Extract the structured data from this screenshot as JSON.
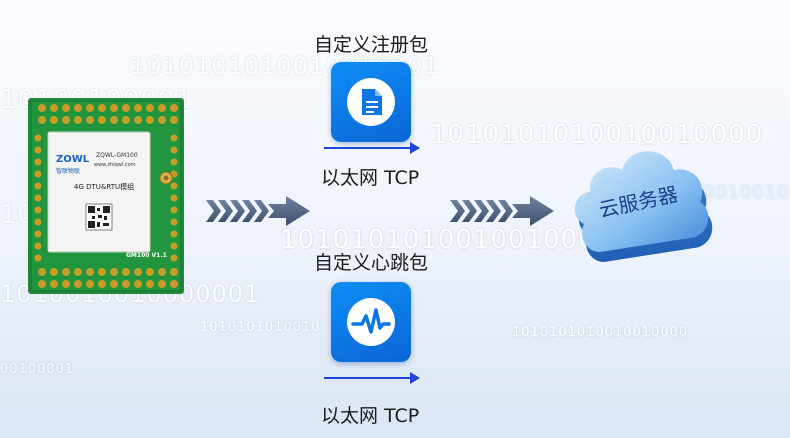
{
  "messages": {
    "register_label": "自定义注册包",
    "heartbeat_label": "自定义心跳包",
    "transport_top": "以太网 TCP",
    "transport_bottom": "以太网 TCP"
  },
  "cloud": {
    "label": "云服务器"
  },
  "module": {
    "brand": "ZOWL",
    "brand_sub": "智联物联",
    "model": "ZQWL-GM100",
    "website": "www.zhiqwl.com",
    "name": "4G DTU&RTU模组",
    "board_mark": "GM100 V1.1"
  },
  "background_binary": [
    "1010101010010010001",
    "10100100001",
    "1010101010010010000",
    "10010010",
    "1010101010010010000",
    "1010010010000001",
    "1010101010010",
    "1010101010010010000",
    "00100001",
    "1010101"
  ],
  "icons": {
    "register": "document-icon",
    "heartbeat": "heartbeat-icon",
    "flow": "chevron-arrow-icon",
    "server": "cloud-icon"
  },
  "colors": {
    "tile_blue": "#0a7ae8",
    "arrow_blue": "#1a46d9",
    "pcb_green": "#1f8a3a",
    "cloud_blue": "#5fa4ea"
  }
}
